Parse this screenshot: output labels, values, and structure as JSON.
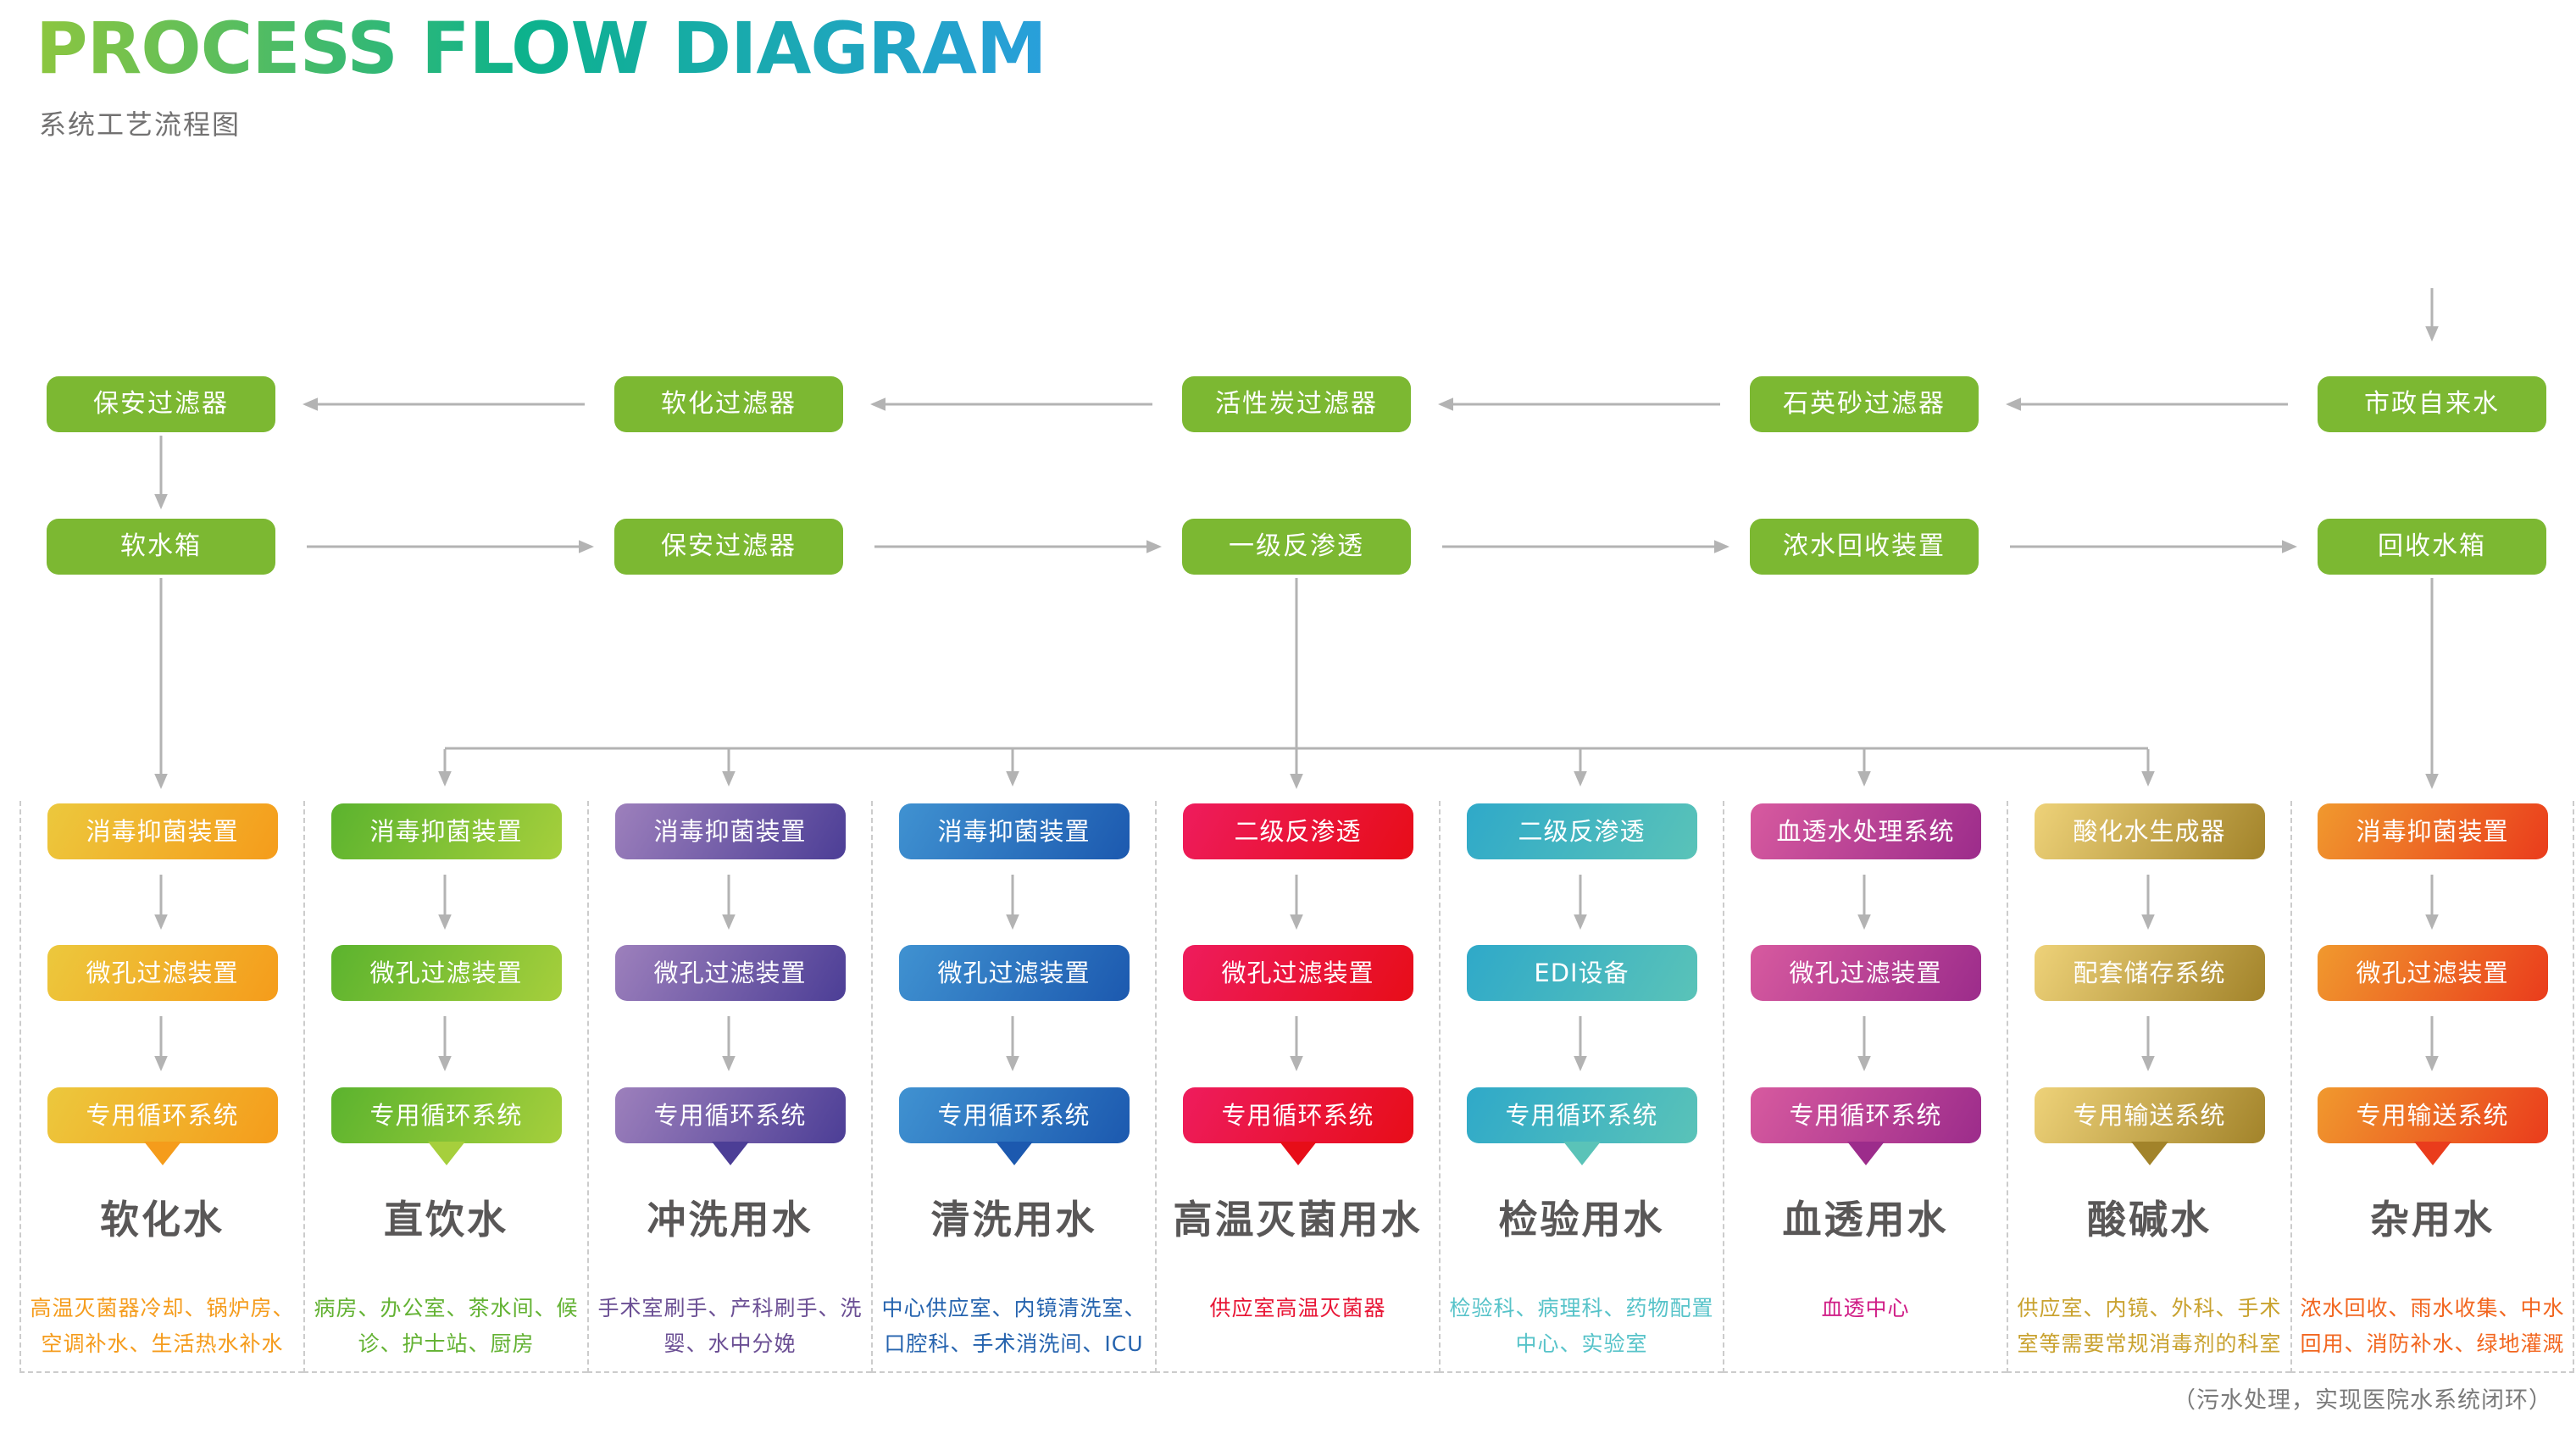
{
  "header": {
    "title": "PROCESS FLOW DIAGRAM",
    "subtitle": "系统工艺流程图"
  },
  "pretreatment_row": [
    "保安过滤器",
    "软化过滤器",
    "活性炭过滤器",
    "石英砂过滤器",
    "市政自来水"
  ],
  "secondary_row": [
    "软水箱",
    "保安过滤器",
    "一级反渗透",
    "浓水回收装置",
    "回收水箱"
  ],
  "columns": [
    {
      "id": "softened-water",
      "steps": [
        "消毒抑菌装置",
        "微孔过滤装置",
        "专用循环系统"
      ],
      "title": "软化水",
      "desc": "高温灭菌器冷却、锅炉房、空调补水、生活热水补水",
      "accent_from": "#ecc83d",
      "accent_to": "#f59c1b",
      "desc_color": "#f59c1d"
    },
    {
      "id": "direct-drinking-water",
      "steps": [
        "消毒抑菌装置",
        "微孔过滤装置",
        "专用循环系统"
      ],
      "title": "直饮水",
      "desc": "病房、办公室、茶水间、候诊、护士站、厨房",
      "accent_from": "#5bb32e",
      "accent_to": "#a6cf3c",
      "desc_color": "#63b233"
    },
    {
      "id": "flushing-water",
      "steps": [
        "消毒抑菌装置",
        "微孔过滤装置",
        "专用循环系统"
      ],
      "title": "冲洗用水",
      "desc": "手术室刷手、产科刷手、洗婴、水中分娩",
      "accent_from": "#9d80bc",
      "accent_to": "#4c3e96",
      "desc_color": "#6b4f94"
    },
    {
      "id": "cleaning-water",
      "steps": [
        "消毒抑菌装置",
        "微孔过滤装置",
        "专用循环系统"
      ],
      "title": "清洗用水",
      "desc": "中心供应室、内镜清洗室、口腔科、手术消洗间、ICU",
      "accent_from": "#4092d1",
      "accent_to": "#1c59af",
      "desc_color": "#2563ae"
    },
    {
      "id": "high-temp-sterilization-water",
      "steps": [
        "二级反渗透",
        "微孔过滤装置",
        "专用循环系统"
      ],
      "title": "高温灭菌用水",
      "desc": "供应室高温灭菌器",
      "accent_from": "#ee1c5d",
      "accent_to": "#e70d18",
      "desc_color": "#e81535"
    },
    {
      "id": "laboratory-water",
      "steps": [
        "二级反渗透",
        "EDI设备",
        "专用循环系统"
      ],
      "title": "检验用水",
      "desc": "检验科、病理科、药物配置中心、实验室",
      "accent_from": "#2fa9c9",
      "accent_to": "#5ac3b8",
      "desc_color": "#57c3c9"
    },
    {
      "id": "hemodialysis-water",
      "steps": [
        "血透水处理系统",
        "微孔过滤装置",
        "专用循环系统"
      ],
      "title": "血透用水",
      "desc": "血透中心",
      "accent_from": "#d75a9f",
      "accent_to": "#9c2c8b",
      "desc_color": "#d01d86"
    },
    {
      "id": "acid-alkaline-water",
      "steps": [
        "酸化水生成器",
        "配套储存系统",
        "专用输送系统"
      ],
      "title": "酸碱水",
      "desc": "供应室、内镜、外科、手术室等需要常规消毒剂的科室",
      "accent_from": "#eed279",
      "accent_to": "#a2832a",
      "desc_color": "#c9a22f"
    },
    {
      "id": "miscellaneous-water",
      "steps": [
        "消毒抑菌装置",
        "微孔过滤装置",
        "专用输送系统"
      ],
      "title": "杂用水",
      "desc": "浓水回收、雨水收集、中水回用、消防补水、绿地灌溉",
      "accent_from": "#f0992e",
      "accent_to": "#ea3c1c",
      "desc_color": "#f2661f"
    }
  ],
  "footnote": "（污水处理，实现医院水系统闭环）",
  "palette": {
    "primary_green": "#7cb832",
    "arrow_gray": "#b3b3b3",
    "dash_gray": "#cccccc",
    "heading_color": "#595757",
    "title_gradient": [
      "#8dc63f",
      "#0db28c",
      "#299fdb"
    ]
  }
}
